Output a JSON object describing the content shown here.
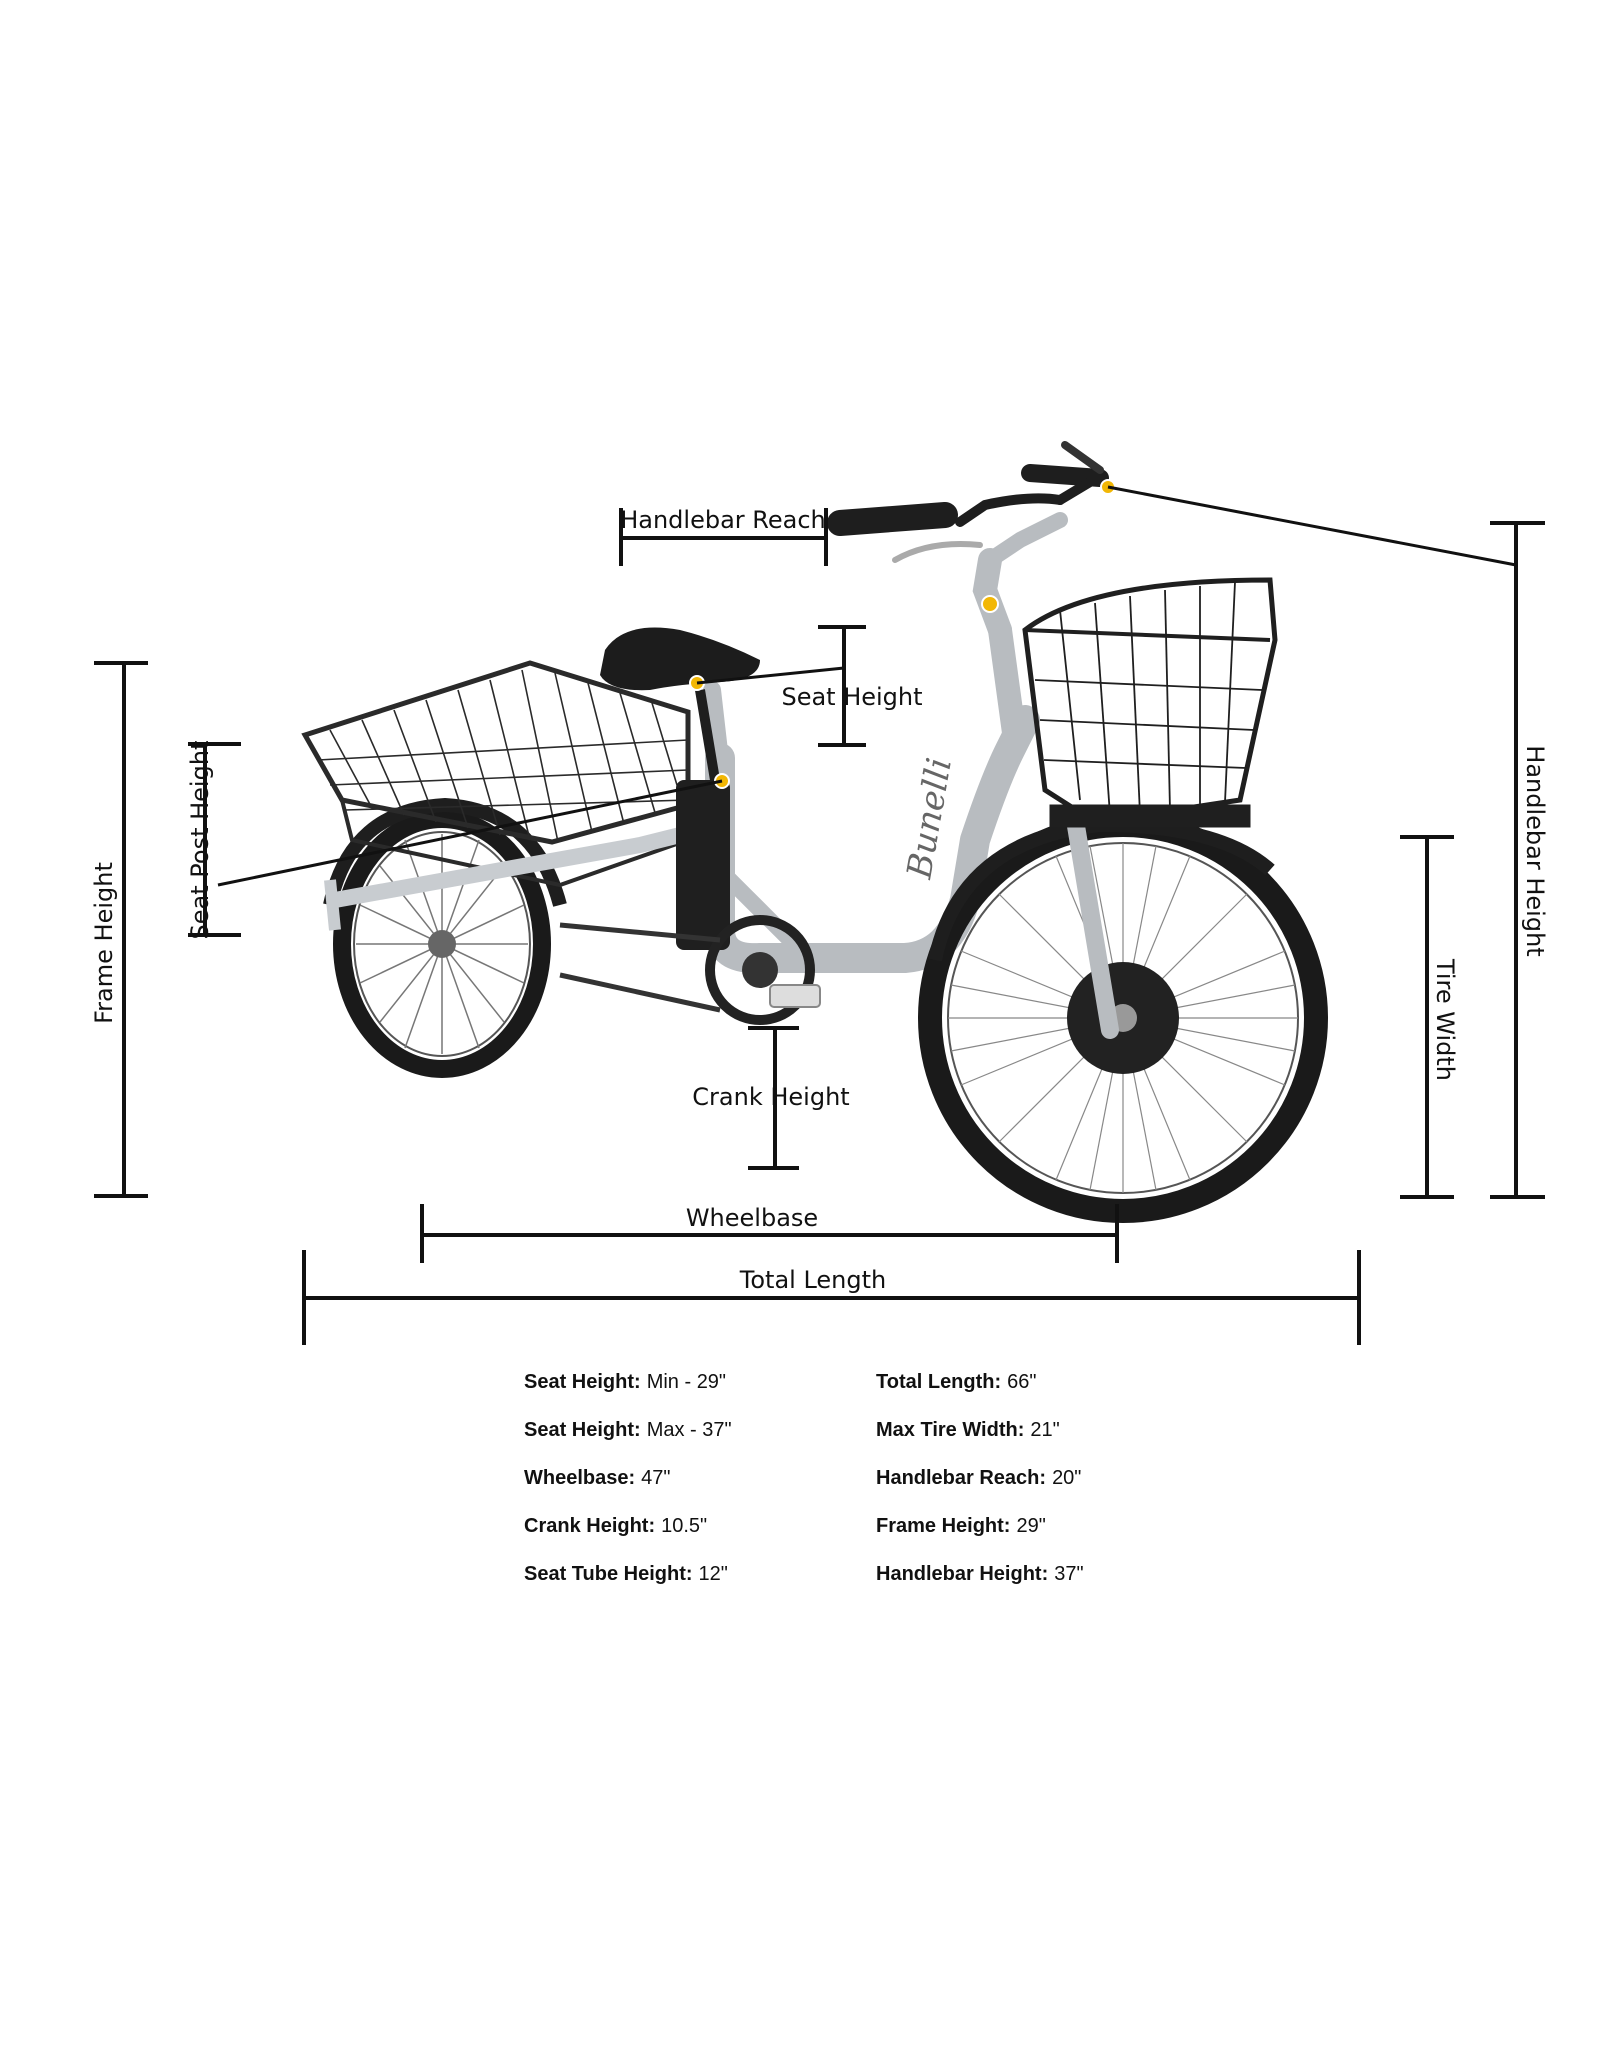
{
  "dimension_labels": {
    "handlebar_reach": "Handlebar Reach",
    "seat_height": "Seat Height",
    "seat_post_height": "Seat Post Height",
    "frame_height": "Frame Height",
    "crank_height": "Crank Height",
    "wheelbase": "Wheelbase",
    "total_length": "Total Length",
    "tire_width": "Tire Width",
    "handlebar_height": "Handlebar Height"
  },
  "frame_brand": "Bunelli",
  "specs_left": [
    {
      "key": "Seat Height:",
      "value": "Min - 29\""
    },
    {
      "key": "Seat Height:",
      "value": "Max - 37\""
    },
    {
      "key": "Wheelbase:",
      "value": "47\""
    },
    {
      "key": "Crank Height:",
      "value": "10.5\""
    },
    {
      "key": "Seat Tube Height:",
      "value": "12\""
    }
  ],
  "specs_right": [
    {
      "key": "Total Length:",
      "value": "66\""
    },
    {
      "key": "Max Tire Width:",
      "value": "21\""
    },
    {
      "key": "Handlebar Reach:",
      "value": "20\""
    },
    {
      "key": "Frame Height:",
      "value": "29\""
    },
    {
      "key": "Handlebar Height:",
      "value": "37\""
    }
  ],
  "colors": {
    "frame": "#b8bcc0",
    "tire": "#1a1a1a",
    "basket": "#2a2a2a",
    "marker": "#f2b705",
    "dimension_line": "#111111"
  }
}
